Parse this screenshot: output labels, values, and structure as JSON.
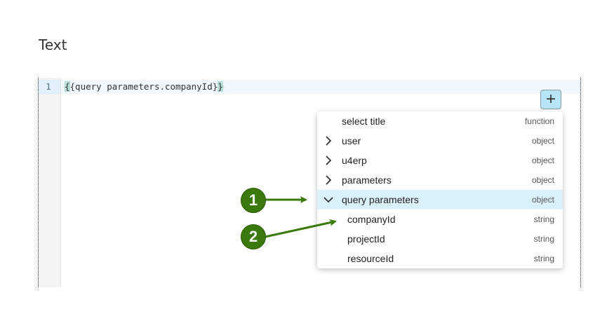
{
  "page": {
    "title": "Text"
  },
  "editor": {
    "line_number": "1",
    "code_open": "{",
    "code_body": "{query parameters.companyId}",
    "code_close": "}"
  },
  "add_button": {
    "icon": "plus-icon",
    "label": "+"
  },
  "autocomplete": {
    "items": [
      {
        "label": "select title",
        "type": "function",
        "expander": "none"
      },
      {
        "label": "user",
        "type": "object",
        "expander": "chevron-right"
      },
      {
        "label": "u4erp",
        "type": "object",
        "expander": "chevron-right"
      },
      {
        "label": "parameters",
        "type": "object",
        "expander": "chevron-right"
      },
      {
        "label": "query parameters",
        "type": "object",
        "expander": "chevron-down",
        "selected": true
      },
      {
        "label": "companyId",
        "type": "string",
        "child": true
      },
      {
        "label": "projectId",
        "type": "string",
        "child": true
      },
      {
        "label": "resourceId",
        "type": "string",
        "child": true
      }
    ]
  },
  "annotations": [
    {
      "number": "1",
      "color": "#3a7a0c"
    },
    {
      "number": "2",
      "color": "#3a7a0c"
    }
  ]
}
